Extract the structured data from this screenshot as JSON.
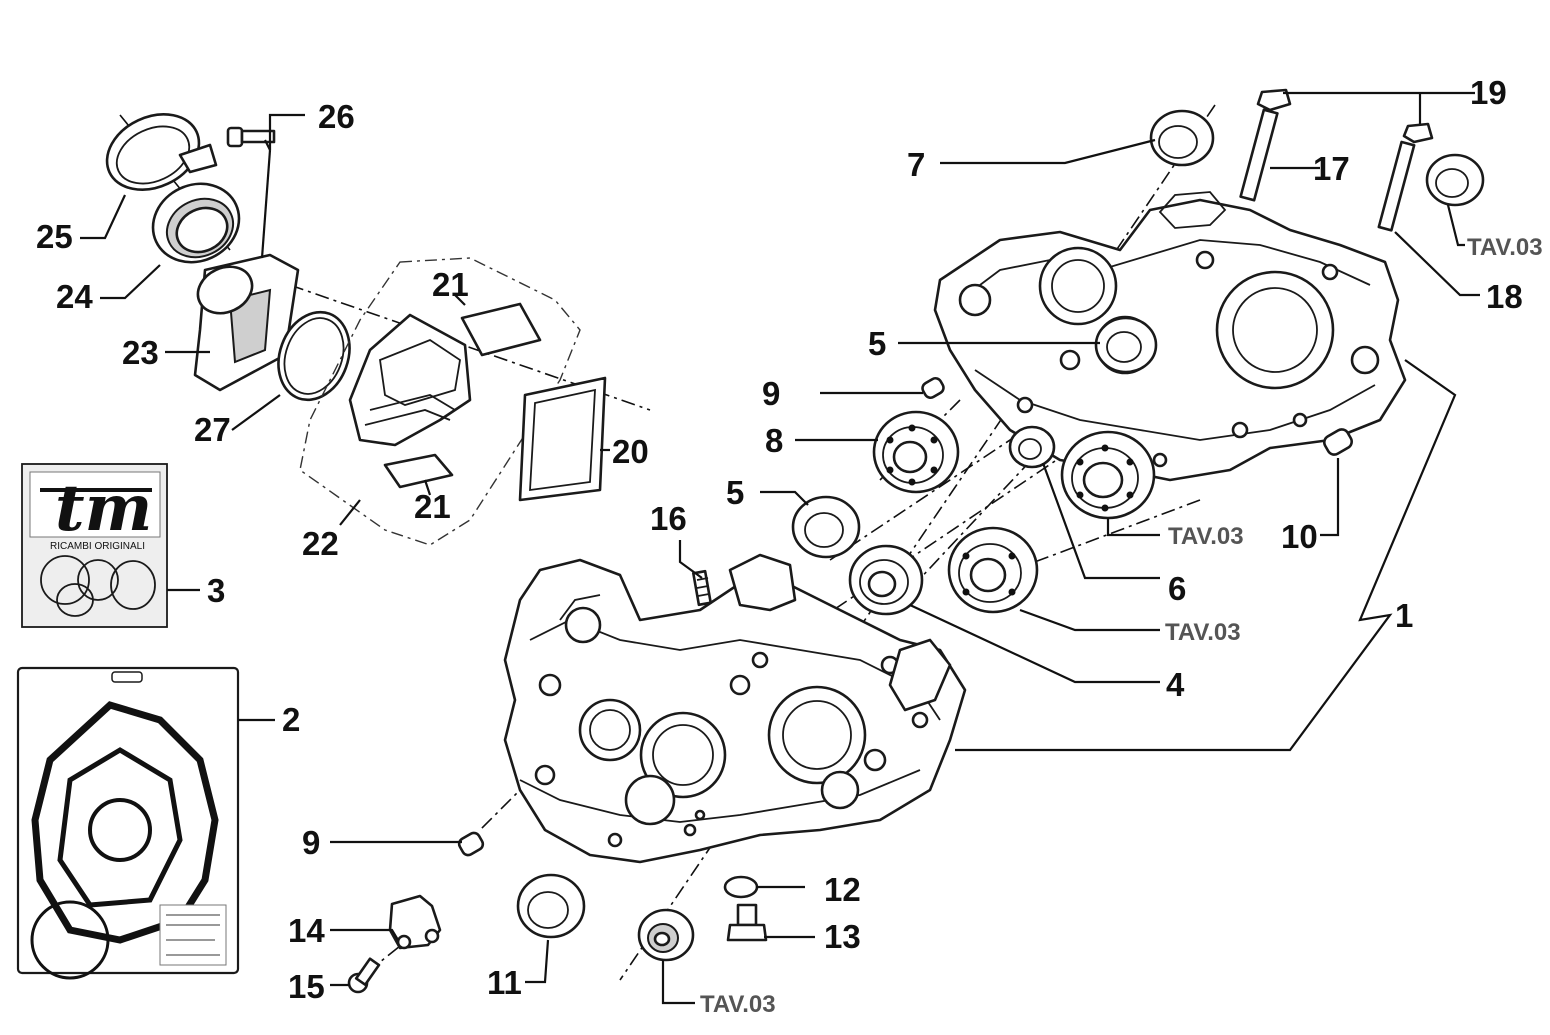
{
  "labels": {
    "l1": "1",
    "l2": "2",
    "l3": "3",
    "l4": "4",
    "l5a": "5",
    "l5b": "5",
    "l6": "6",
    "l7": "7",
    "l8": "8",
    "l9a": "9",
    "l9b": "9",
    "l10": "10",
    "l11": "11",
    "l12": "12",
    "l13": "13",
    "l14": "14",
    "l15": "15",
    "l16": "16",
    "l17": "17",
    "l18": "18",
    "l19": "19",
    "l20": "20",
    "l21a": "21",
    "l21b": "21",
    "l22": "22",
    "l23": "23",
    "l24": "24",
    "l25": "25",
    "l26": "26",
    "l27": "27"
  },
  "references": {
    "tav_a": "TAV.03",
    "tav_b": "TAV.03",
    "tav_c": "TAV.03",
    "tav_d": "TAV.03"
  },
  "seal_kit_package": {
    "brand": "tm",
    "caption": "RICAMBI ORIGINALI"
  },
  "colors": {
    "ink": "#111111",
    "reference_text": "#555555",
    "paper": "#ffffff"
  }
}
